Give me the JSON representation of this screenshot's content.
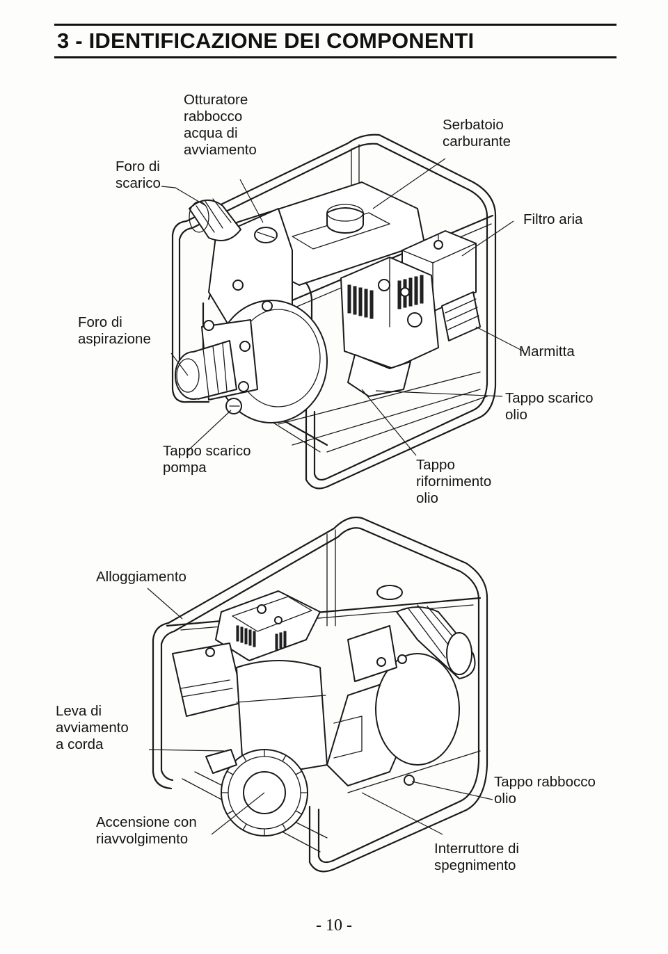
{
  "heading": {
    "title": "3 - IDENTIFICAZIONE DEI COMPONENTI"
  },
  "figure_top": {
    "labels": {
      "foro_scarico": "Foro di\nscarico",
      "otturatore": "Otturatore\nrabbocco\nacqua di\navviamento",
      "serbatoio": "Serbatoio\ncarburante",
      "filtro_aria": "Filtro aria",
      "foro_aspirazione": "Foro di\naspirazione",
      "marmitta": "Marmitta",
      "tappo_scarico_olio": "Tappo scarico\nolio",
      "tappo_scarico_pompa": "Tappo scarico\npompa",
      "tappo_rifornimento_olio": "Tappo\nrifornimento\nolio"
    }
  },
  "figure_bottom": {
    "labels": {
      "alloggiamento": "Alloggiamento",
      "leva_avviamento": "Leva di\navviamento\na corda",
      "accensione": "Accensione con\nriavvolgimento",
      "tappo_rabbocco_olio": "Tappo rabbocco\nolio",
      "interruttore": "Interruttore di\nspegnimento"
    }
  },
  "footer": {
    "page_number": "- 10 -"
  }
}
